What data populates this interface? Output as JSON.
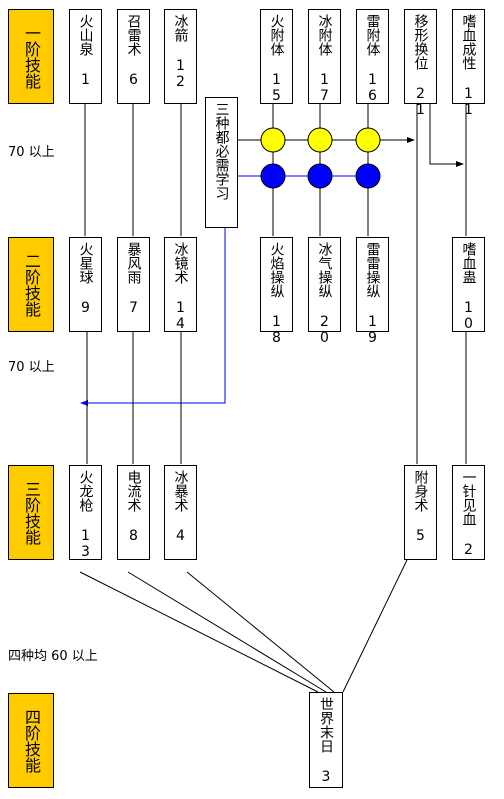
{
  "colors": {
    "tier_fill": "#FFCC00",
    "yellow_node": "#FFFF00",
    "blue_node": "#0000FF",
    "blue_line": "#0000FF",
    "line": "#000000"
  },
  "tiers": [
    "一阶技能",
    "二阶技能",
    "三阶技能",
    "四阶技能"
  ],
  "notes": {
    "req1": "70 以上",
    "req2": "70 以上",
    "req3": "四种均 60 以上"
  },
  "central_note": "三种都必需学习",
  "skills": {
    "volcano_spring": "火山泉 1",
    "summon_thunder": "召雷术 6",
    "ice_arrow": "冰箭 12",
    "fire_attach": "火附体 15",
    "ice_attach": "冰附体 17",
    "thunder_attach": "雷附体 16",
    "shapeshift": "移形换位 21",
    "bloodlust": "嗜血成性 11",
    "fire_meteor": "火星球 9",
    "storm_rain": "暴风雨 7",
    "ice_mirror": "冰镜术 14",
    "flame_control": "火焰操纵 18",
    "ice_control": "冰气操纵 20",
    "thunder_control": "雷雷操纵 19",
    "blood_gu": "嗜血蛊 10",
    "fire_dragon_spear": "火龙枪 13",
    "lightning": "电流术 8",
    "ice_storm": "冰暴术 4",
    "possession": "附身术 5",
    "one_needle": "一针见血 2",
    "doomsday": "世界末日 3"
  }
}
